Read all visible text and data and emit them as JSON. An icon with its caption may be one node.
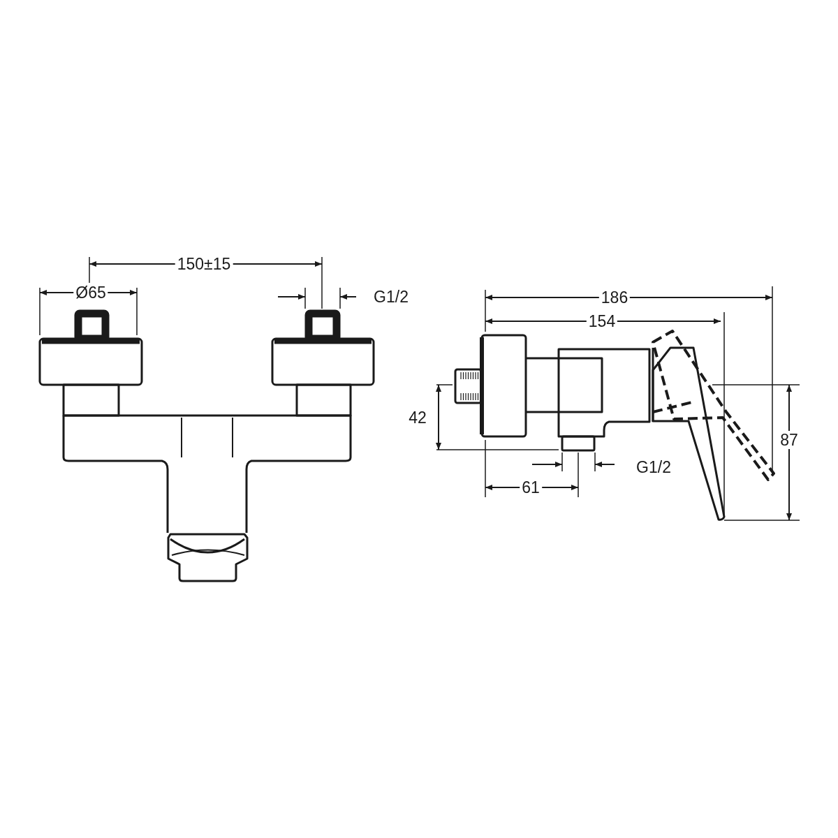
{
  "diagram": {
    "labels": [
      "150±15",
      "Ø65",
      "G1/2",
      "186",
      "154",
      "42",
      "87",
      "G1/2",
      "61"
    ]
  }
}
